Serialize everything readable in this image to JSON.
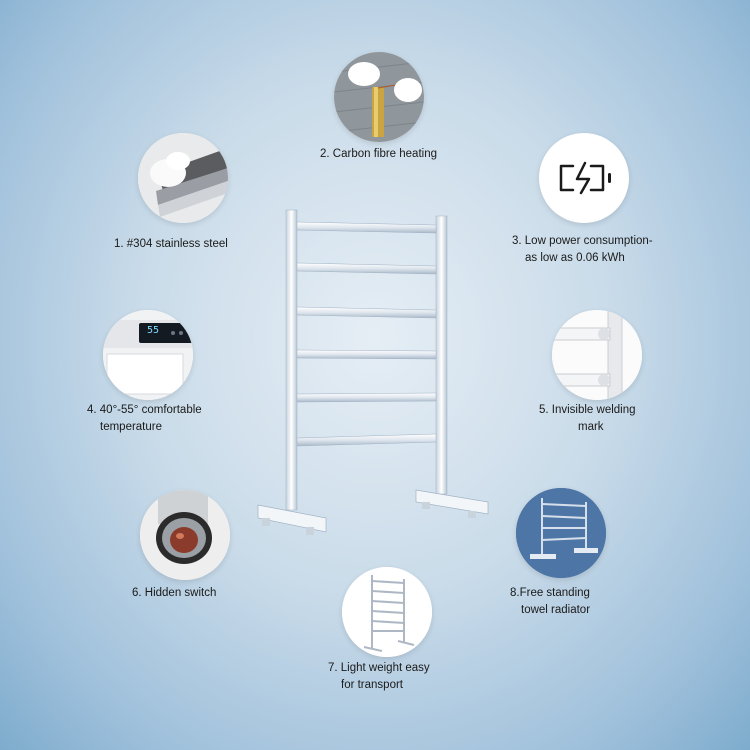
{
  "features": [
    {
      "name": "1. #304 stainless steel",
      "line1": "1. #304 stainless steel",
      "line2": ""
    },
    {
      "name": "2. Carbon fibre heating",
      "line1": "2. Carbon fibre heating",
      "line2": ""
    },
    {
      "name": "3. Low power consumption",
      "line1": "3. Low power consumption-",
      "line2": "as low as 0.06 kWh"
    },
    {
      "name": "4. comfortable temperature",
      "line1": "4. 40°-55° comfortable",
      "line2": "temperature"
    },
    {
      "name": "5. Invisible welding mark",
      "line1": "5. Invisible welding",
      "line2": "mark"
    },
    {
      "name": "6. Hidden switch",
      "line1": "6. Hidden switch",
      "line2": ""
    },
    {
      "name": "7. Light weight",
      "line1": "7. Light weight easy",
      "line2": "for transport"
    },
    {
      "name": "8. Free standing",
      "line1": "8.Free standing",
      "line2": "towel radiator"
    }
  ],
  "display_value": "55",
  "icons": {
    "f1": "stainless-steel-photo",
    "f2": "carbon-fibre-photo",
    "f3": "battery-charging-icon",
    "f4": "temperature-display-photo",
    "f5": "welding-joint-photo",
    "f6": "hidden-switch-photo",
    "f7": "lightweight-rack-photo",
    "f8": "free-standing-rack-photo"
  }
}
